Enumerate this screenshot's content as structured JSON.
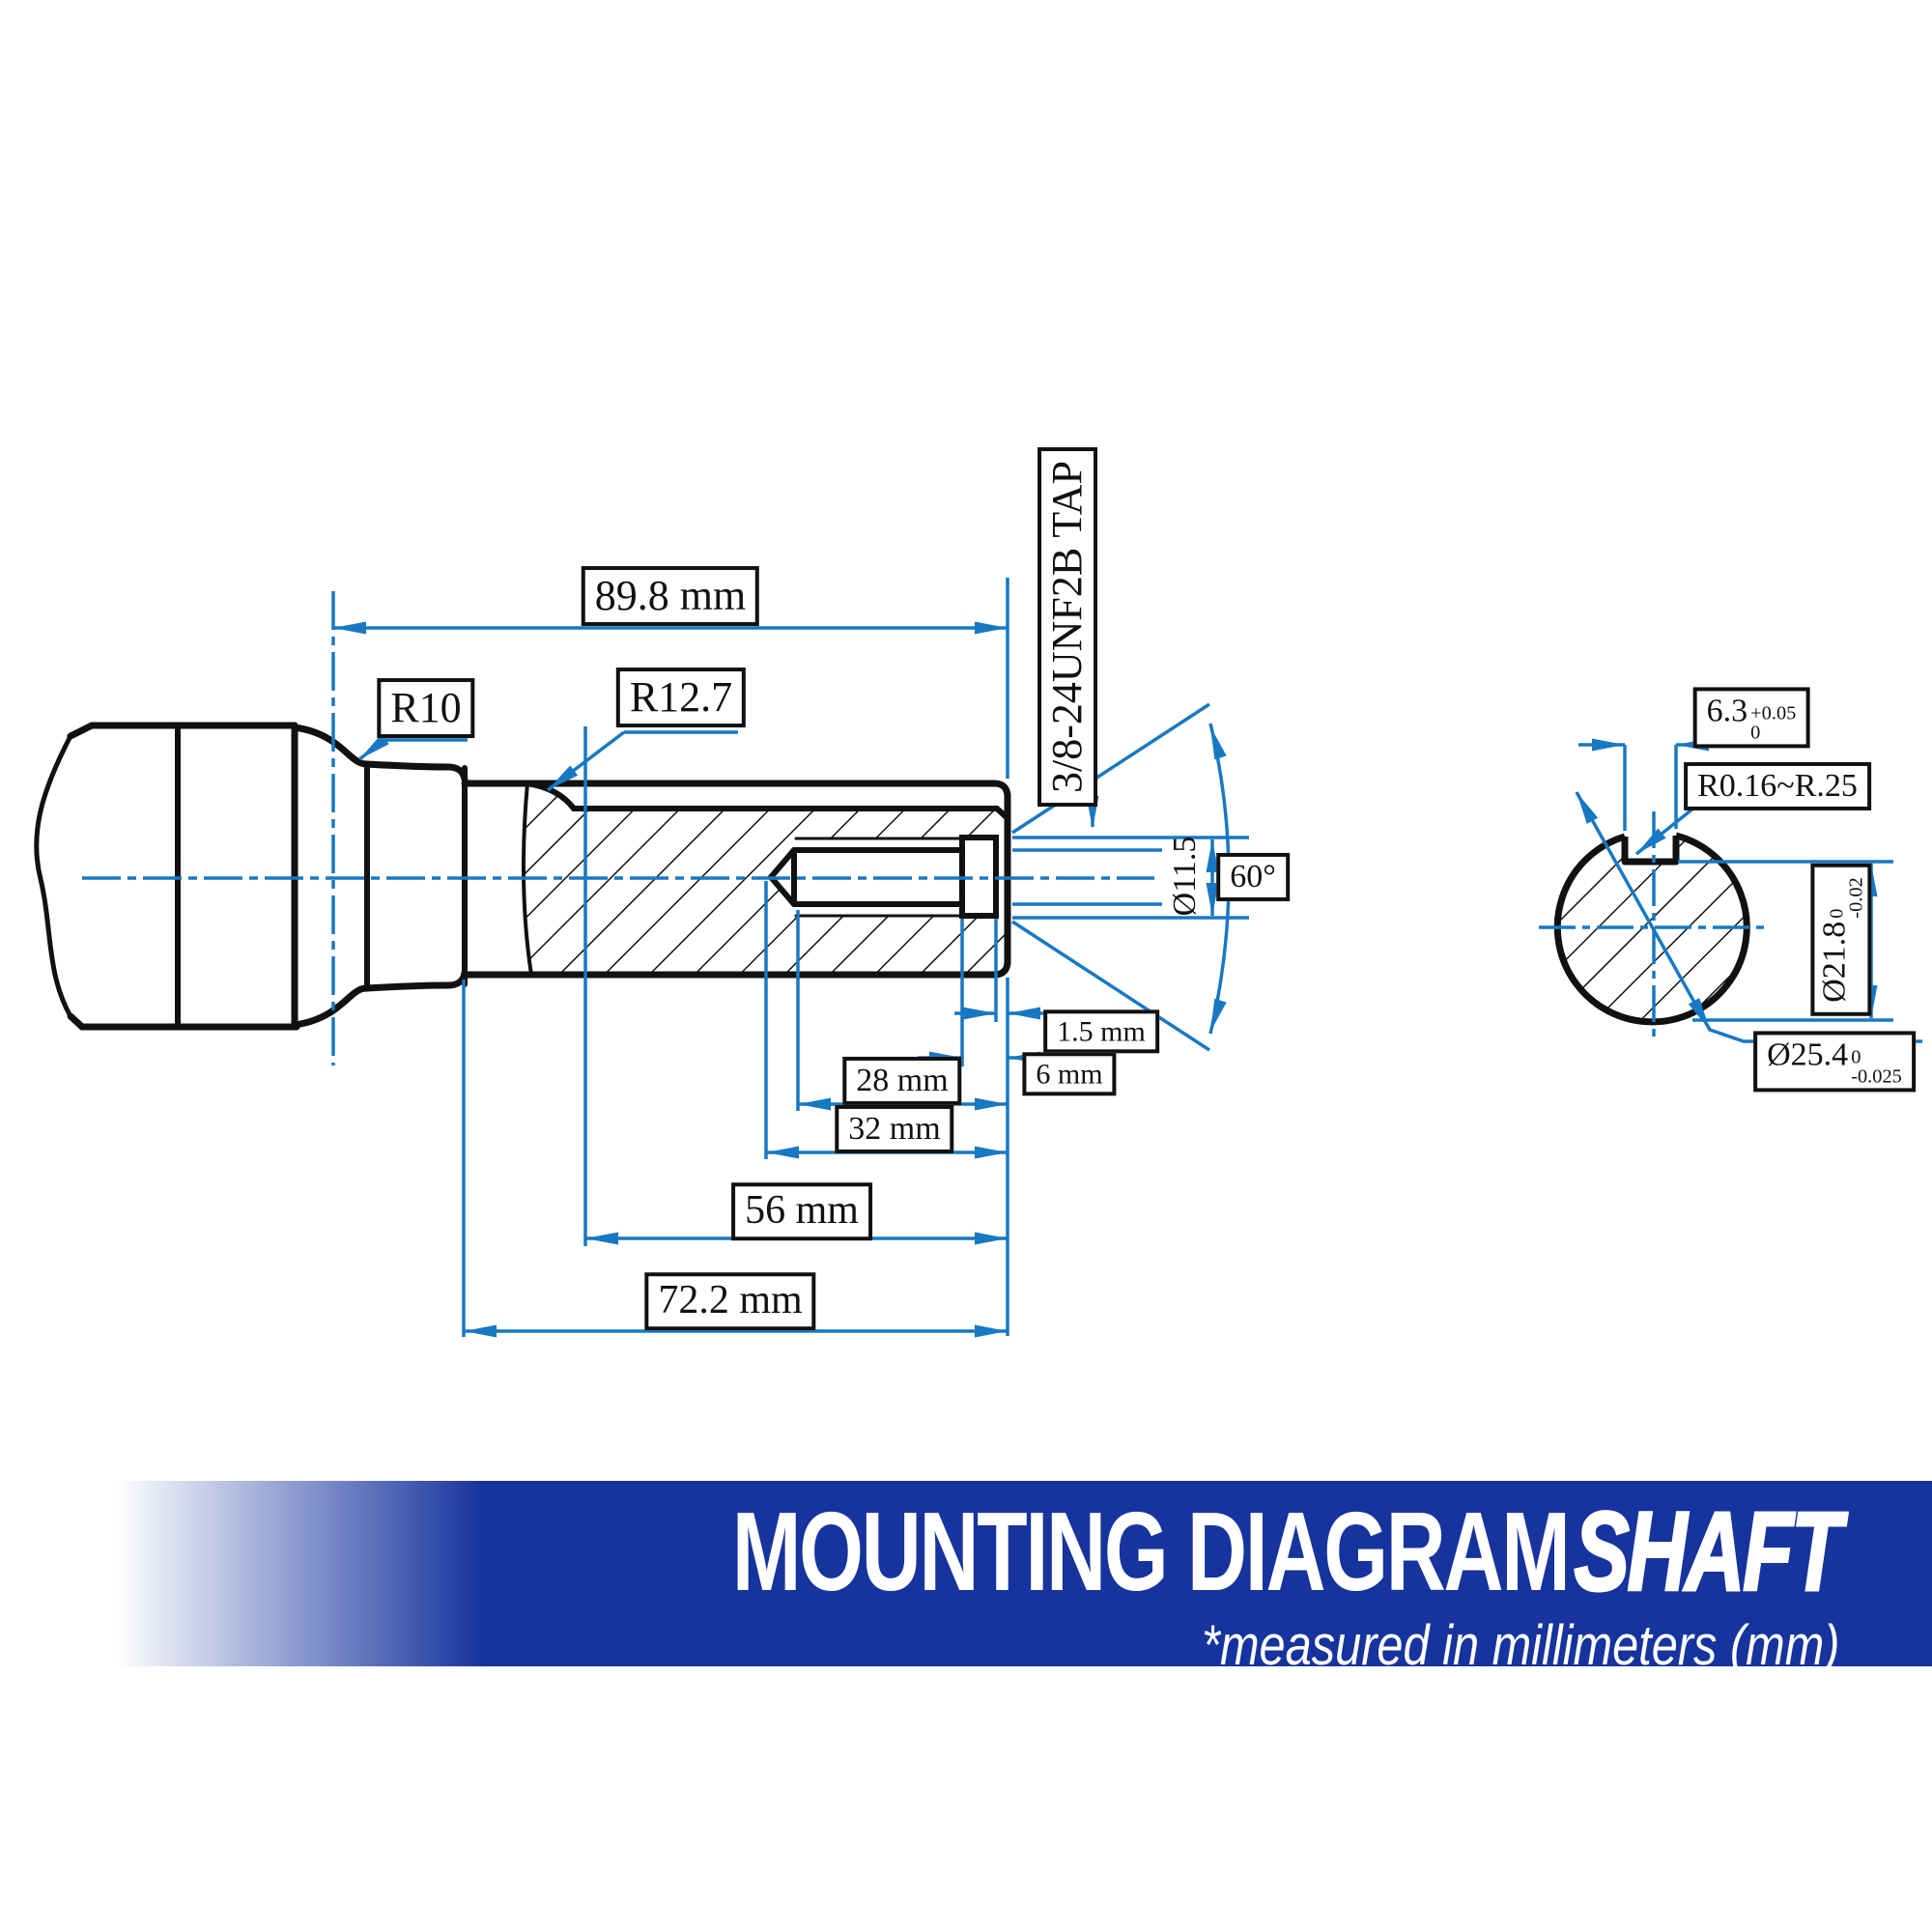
{
  "drawing": {
    "dimensions": {
      "overall_length": "89.8 mm",
      "neck_fillet_radius": "R10",
      "keyway_ramp_radius": "R12.7",
      "tap_spec": "3/8-24UNF2B TAP",
      "counterbore_diameter": "Ø11.5",
      "countersink_angle": "60°",
      "recess_lip": "1.5 mm",
      "counterbore_depth": "6 mm",
      "thread_depth": "28 mm",
      "drill_depth": "32 mm",
      "keyed_length": "56 mm",
      "shaft_length": "72.2 mm"
    },
    "cross_section": {
      "keyway_width": {
        "value": "6.3",
        "tol_upper": "+0.05",
        "tol_lower": "0"
      },
      "keyway_corner_radius": "R0.16~R.25",
      "keyway_flat_diameter": {
        "value": "Ø21.8",
        "tol_upper": "0",
        "tol_lower": "-0.02"
      },
      "outer_diameter": {
        "value": "Ø25.4",
        "tol_upper": "0",
        "tol_lower": "-0.025"
      }
    }
  },
  "banner": {
    "title": "MOUNTING DIAGRAM",
    "title_emphasis": "SHAFT",
    "subtitle": "*measured in millimeters (mm)",
    "background_color": "#16339E"
  },
  "colors": {
    "annotation_blue": "#1878C2",
    "line_black": "#111111"
  }
}
